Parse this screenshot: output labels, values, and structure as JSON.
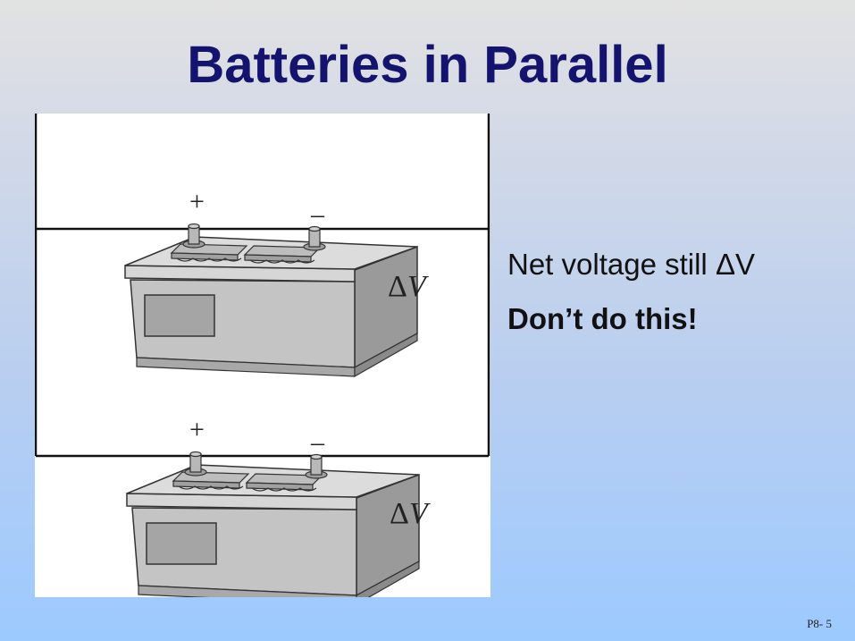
{
  "slide": {
    "title": "Batteries in Parallel",
    "number": "P8- 5"
  },
  "figure": {
    "top_battery": {
      "plus_label": "+",
      "minus_label": "–",
      "delta_symbol": "Δ",
      "voltage_symbol": "V"
    },
    "bottom_battery": {
      "plus_label": "+",
      "minus_label": "–",
      "delta_symbol": "Δ",
      "voltage_symbol": "V"
    }
  },
  "bullets": [
    {
      "text_before": "Net voltage still ",
      "delta_symbol": "Δ",
      "text_after": "V"
    },
    {
      "text": "Don’t do this!"
    }
  ]
}
